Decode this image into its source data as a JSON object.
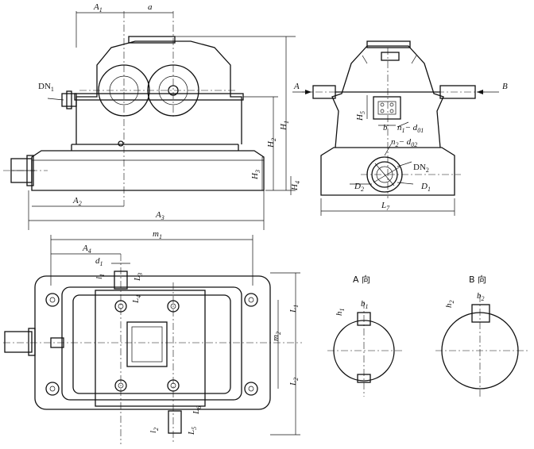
{
  "labels": {
    "A1": "A",
    "A1_sub": "1",
    "a": "a",
    "DN1": "DN",
    "DN1_sub": "1",
    "A2": "A",
    "A2_sub": "2",
    "A3": "A",
    "A3_sub": "3",
    "H1": "H",
    "H1_sub": "1",
    "H2": "H",
    "H2_sub": "2",
    "H3": "H",
    "H3_sub": "3",
    "H4": "H",
    "H4_sub": "4",
    "A_arrow": "A",
    "B_arrow": "B",
    "Hs": "H",
    "Hs_sub": "5",
    "b": "b",
    "n1d01": "n",
    "n1d01_sub": "1",
    "n1d01_rest": "− d",
    "n1d01_sub2": "01",
    "n2d02": "n",
    "n2d02_sub": "2",
    "n2d02_rest": "− d",
    "n2d02_sub2": "02",
    "DN2": "DN",
    "DN2_sub": "2",
    "D2": "D",
    "D2_sub": "2",
    "D1": "D",
    "D1_sub": "1",
    "L7": "L",
    "L7_sub": "7",
    "m1": "m",
    "m1_sub": "1",
    "A4": "A",
    "A4_sub": "4",
    "d1": "d",
    "d1_sub": "1",
    "l1": "l",
    "l1_sub": "1",
    "L3": "L",
    "L3_sub": "3",
    "L4": "L",
    "L4_sub": "4",
    "L1": "L",
    "L1_sub": "1",
    "m2": "m",
    "m2_sub": "2",
    "L2": "L",
    "L2_sub": "2",
    "l2": "l",
    "l2_sub": "2",
    "L5": "L",
    "L5_sub": "5",
    "L6": "L",
    "L6_sub": "6",
    "viewA": "A 向",
    "viewB": "B 向",
    "h1": "h",
    "h1_sub": "1",
    "b1": "b",
    "b1_sub": "1",
    "h2": "h",
    "h2_sub": "2",
    "b2": "b",
    "b2_sub": "2"
  }
}
